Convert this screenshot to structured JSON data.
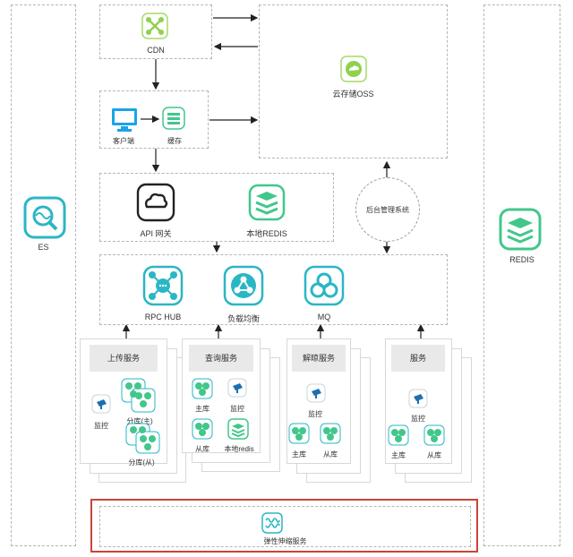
{
  "labels": {
    "es": "ES",
    "redis": "REDIS",
    "cdn": "CDN",
    "oss": "云存储OSS",
    "client": "客户端",
    "cache": "缓存",
    "api_gateway": "API 网关",
    "local_redis": "本地REDIS",
    "admin": "后台管理系统",
    "rpc_hub": "RPC HUB",
    "load_balance": "负载均衡",
    "mq": "MQ",
    "elastic": "弹性伸缩服务"
  },
  "services": [
    {
      "title": "上传服务",
      "monitor": "监控",
      "shard_main": "分库(主)",
      "shard_slave": "分库(从)"
    },
    {
      "title": "查询服务",
      "master": "主库",
      "monitor": "监控",
      "slave": "从库",
      "local_redis": "本地redis"
    },
    {
      "title": "解晾服务",
      "monitor": "监控",
      "master": "主库",
      "slave": "从库"
    },
    {
      "title": "服务",
      "monitor": "监控",
      "master": "主库",
      "slave": "从库"
    }
  ],
  "colors": {
    "teal": "#2bb6c4",
    "green": "#41c78b",
    "accent": "#c9443a",
    "lime": "#8fd14f",
    "blue": "#1aa3e8"
  }
}
